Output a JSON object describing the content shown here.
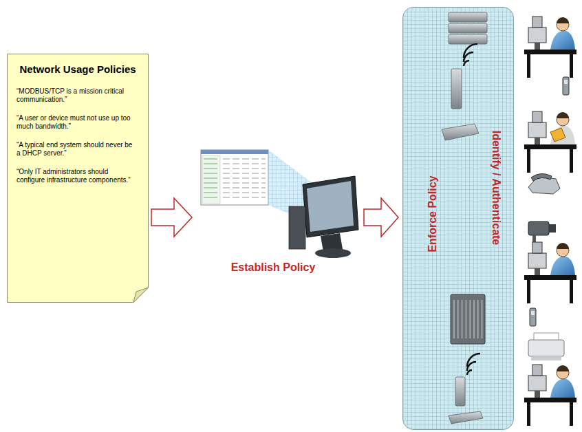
{
  "diagram": {
    "nodes": [
      {
        "text": [
          "Network Usage Policies",
          "“MODBUS/TCP is a mission critical communication.”",
          "“A user or device must not use up too much bandwidth.”",
          "“A typical end system should never be a DHCP server.”",
          "“Only IT administrators should configure infrastructure components.”"
        ]
      },
      {
        "text": [
          "Establish Policy"
        ]
      },
      {
        "text": [
          "Enforce Policy",
          "Identify / Authenticate"
        ]
      }
    ],
    "edges": [
      {
        "from": 0,
        "to": 1,
        "arrow": "to"
      },
      {
        "from": 1,
        "to": 2,
        "arrow": "to"
      }
    ]
  }
}
